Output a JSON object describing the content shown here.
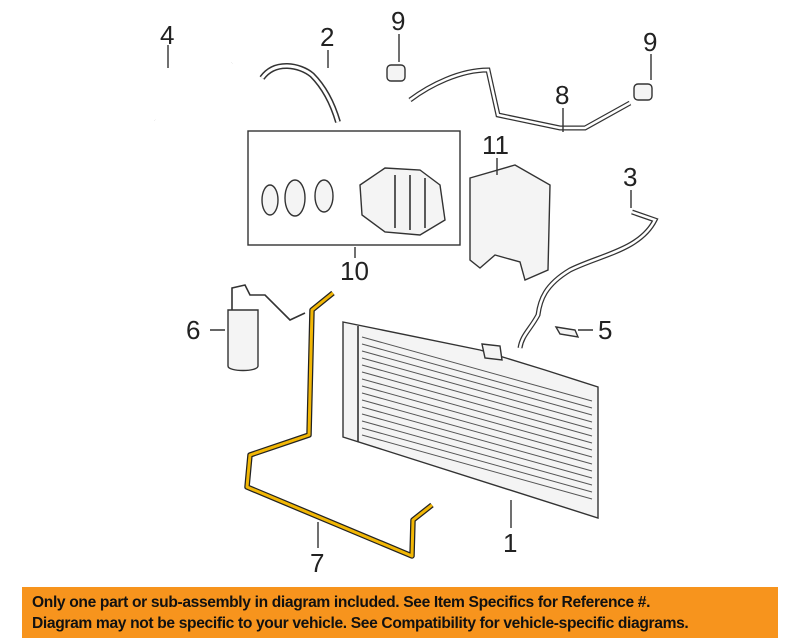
{
  "diagram": {
    "callouts": [
      "1",
      "2",
      "3",
      "4",
      "5",
      "6",
      "7",
      "8",
      "9",
      "9",
      "10",
      "11"
    ],
    "highlight_part": "7",
    "highlight_color": "#f2b705"
  },
  "banner": {
    "line1": "Only one part or sub-assembly in diagram included. See Item Specifics for Reference #.",
    "line2": "Diagram may not be specific to your vehicle. See Compatibility for vehicle-specific diagrams.",
    "color": "#f7941d"
  }
}
